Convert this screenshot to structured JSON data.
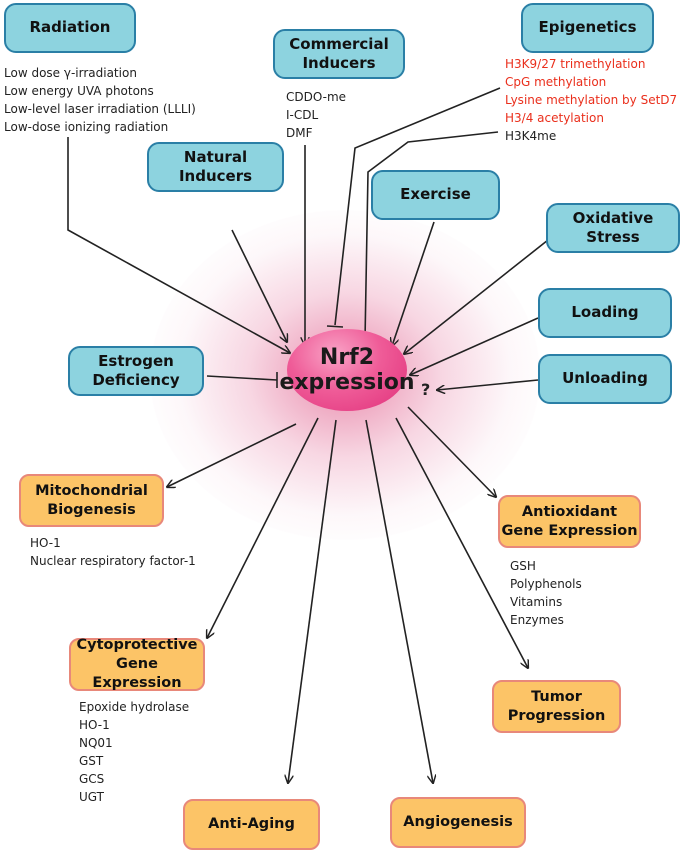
{
  "center": {
    "line1": "Nrf2",
    "line2": "expression"
  },
  "inputs": {
    "radiation": {
      "title": "Radiation",
      "items": [
        "Low dose γ-irradiation",
        "Low energy UVA photons",
        "Low-level laser irradiation (LLLI)",
        "Low-dose ionizing radiation"
      ]
    },
    "commercial": {
      "title_line1": "Commercial",
      "title_line2": "Inducers",
      "items": [
        "CDDO-me",
        "I-CDL",
        "DMF"
      ]
    },
    "epigenetics": {
      "title": "Epigenetics",
      "items_red": [
        "H3K9/27 trimethylation",
        "CpG methylation",
        "Lysine methylation by SetD7",
        "H3/4 acetylation"
      ],
      "items_black": [
        "H3K4me"
      ]
    },
    "natural": {
      "title": "Natural Inducers"
    },
    "exercise": {
      "title": "Exercise"
    },
    "oxidative": {
      "title": "Oxidative Stress"
    },
    "loading": {
      "title": "Loading"
    },
    "estrogen": {
      "title_line1": "Estrogen",
      "title_line2": "Deficiency"
    },
    "unloading": {
      "title": "Unloading",
      "marker": "?"
    }
  },
  "outputs": {
    "mito": {
      "title_line1": "Mitochondrial",
      "title_line2": "Biogenesis",
      "items": [
        "HO-1",
        "Nuclear respiratory factor-1"
      ]
    },
    "antioxidant": {
      "title_line1": "Antioxidant",
      "title_line2": "Gene Expression",
      "items": [
        "GSH",
        "Polyphenols",
        "Vitamins",
        "Enzymes"
      ]
    },
    "cyto": {
      "title_line1": "Cytoprotective",
      "title_line2": "Gene Expression",
      "items": [
        "Epoxide hydrolase",
        "HO-1",
        "NQ01",
        "GST",
        "GCS",
        "UGT"
      ]
    },
    "tumor": {
      "title_line1": "Tumor",
      "title_line2": "Progression"
    },
    "aging": {
      "title": "Anti-Aging"
    },
    "angio": {
      "title": "Angiogenesis"
    }
  },
  "colors": {
    "input_fill": "#8dd3df",
    "input_border": "#2a7fa6",
    "output_fill": "#fcc467",
    "output_border": "#e8887a",
    "epigenetic_red": "#ea2f1c",
    "center": "#e0307a"
  }
}
